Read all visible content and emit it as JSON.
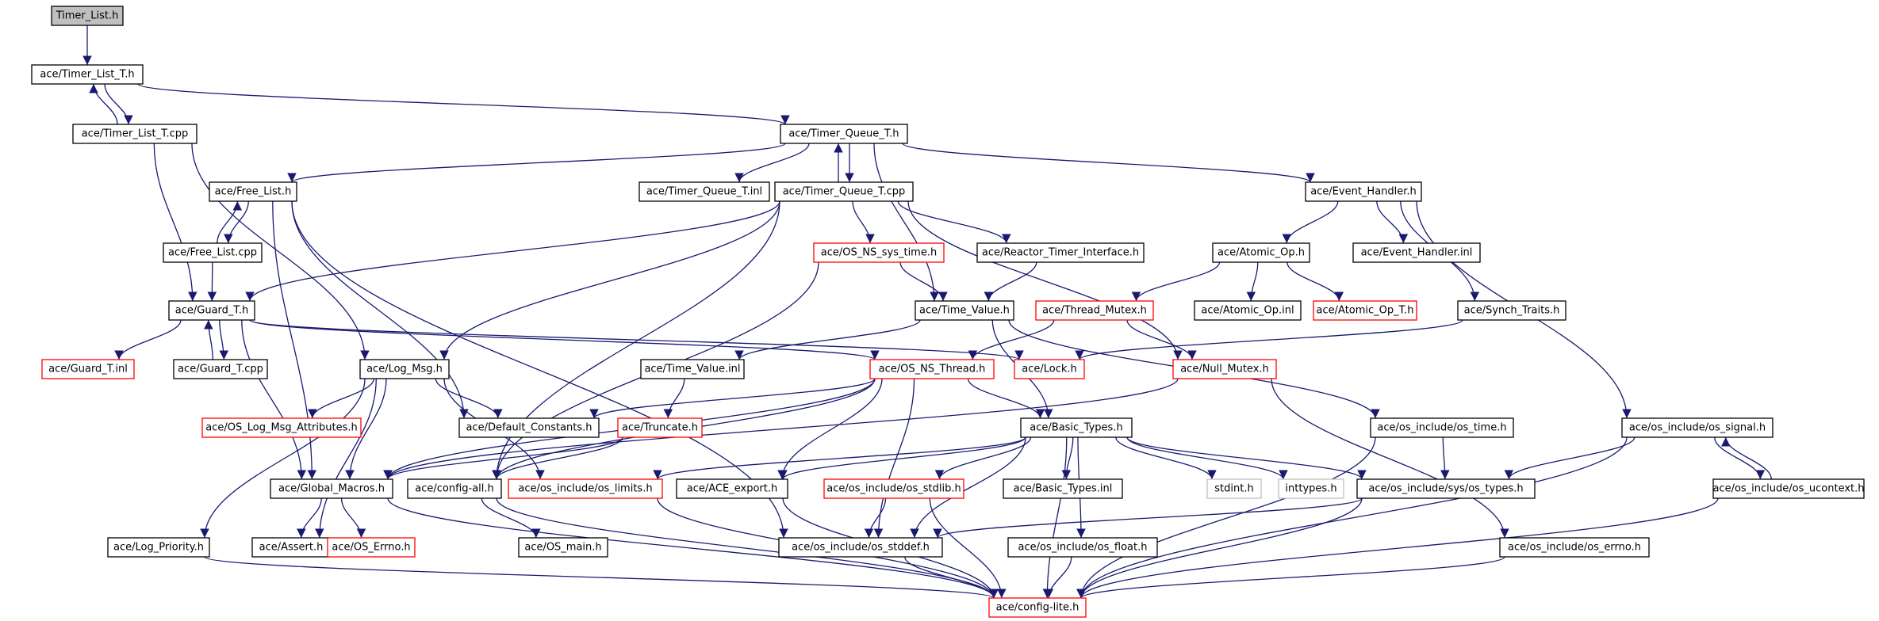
{
  "nodes": [
    {
      "id": "timer_list_h",
      "label": "Timer_List.h",
      "style": "root"
    },
    {
      "id": "timer_list_t_h",
      "label": "ace/Timer_List_T.h",
      "style": "normal"
    },
    {
      "id": "timer_list_t_cpp",
      "label": "ace/Timer_List_T.cpp",
      "style": "normal"
    },
    {
      "id": "timer_queue_t_h",
      "label": "ace/Timer_Queue_T.h",
      "style": "normal"
    },
    {
      "id": "free_list_h",
      "label": "ace/Free_List.h",
      "style": "normal"
    },
    {
      "id": "timer_queue_t_inl",
      "label": "ace/Timer_Queue_T.inl",
      "style": "normal"
    },
    {
      "id": "timer_queue_t_cpp",
      "label": "ace/Timer_Queue_T.cpp",
      "style": "normal"
    },
    {
      "id": "event_handler_h",
      "label": "ace/Event_Handler.h",
      "style": "normal"
    },
    {
      "id": "free_list_cpp",
      "label": "ace/Free_List.cpp",
      "style": "normal"
    },
    {
      "id": "os_ns_sys_time_h",
      "label": "ace/OS_NS_sys_time.h",
      "style": "red"
    },
    {
      "id": "reactor_timer_interface_h",
      "label": "ace/Reactor_Timer_Interface.h",
      "style": "normal"
    },
    {
      "id": "atomic_op_h",
      "label": "ace/Atomic_Op.h",
      "style": "normal"
    },
    {
      "id": "event_handler_inl",
      "label": "ace/Event_Handler.inl",
      "style": "normal"
    },
    {
      "id": "guard_t_h",
      "label": "ace/Guard_T.h",
      "style": "normal"
    },
    {
      "id": "time_value_h",
      "label": "ace/Time_Value.h",
      "style": "normal"
    },
    {
      "id": "thread_mutex_h",
      "label": "ace/Thread_Mutex.h",
      "style": "red"
    },
    {
      "id": "atomic_op_inl",
      "label": "ace/Atomic_Op.inl",
      "style": "normal"
    },
    {
      "id": "atomic_op_t_h",
      "label": "ace/Atomic_Op_T.h",
      "style": "red"
    },
    {
      "id": "synch_traits_h",
      "label": "ace/Synch_Traits.h",
      "style": "normal"
    },
    {
      "id": "guard_t_inl",
      "label": "ace/Guard_T.inl",
      "style": "red"
    },
    {
      "id": "guard_t_cpp",
      "label": "ace/Guard_T.cpp",
      "style": "normal"
    },
    {
      "id": "log_msg_h",
      "label": "ace/Log_Msg.h",
      "style": "normal"
    },
    {
      "id": "time_value_inl",
      "label": "ace/Time_Value.inl",
      "style": "normal"
    },
    {
      "id": "os_ns_thread_h",
      "label": "ace/OS_NS_Thread.h",
      "style": "red"
    },
    {
      "id": "lock_h",
      "label": "ace/Lock.h",
      "style": "red"
    },
    {
      "id": "null_mutex_h",
      "label": "ace/Null_Mutex.h",
      "style": "red"
    },
    {
      "id": "os_log_msg_attributes_h",
      "label": "ace/OS_Log_Msg_Attributes.h",
      "style": "red"
    },
    {
      "id": "default_constants_h",
      "label": "ace/Default_Constants.h",
      "style": "normal"
    },
    {
      "id": "truncate_h",
      "label": "ace/Truncate.h",
      "style": "red"
    },
    {
      "id": "basic_types_h",
      "label": "ace/Basic_Types.h",
      "style": "normal"
    },
    {
      "id": "os_time_h",
      "label": "ace/os_include/os_time.h",
      "style": "normal"
    },
    {
      "id": "os_signal_h",
      "label": "ace/os_include/os_signal.h",
      "style": "normal"
    },
    {
      "id": "global_macros_h",
      "label": "ace/Global_Macros.h",
      "style": "normal"
    },
    {
      "id": "config_all_h",
      "label": "ace/config-all.h",
      "style": "normal"
    },
    {
      "id": "os_limits_h",
      "label": "ace/os_include/os_limits.h",
      "style": "red"
    },
    {
      "id": "ace_export_h",
      "label": "ace/ACE_export.h",
      "style": "normal"
    },
    {
      "id": "os_stdlib_h",
      "label": "ace/os_include/os_stdlib.h",
      "style": "red"
    },
    {
      "id": "basic_types_inl",
      "label": "ace/Basic_Types.inl",
      "style": "normal"
    },
    {
      "id": "stdint_h",
      "label": "stdint.h",
      "style": "grey"
    },
    {
      "id": "inttypes_h",
      "label": "inttypes.h",
      "style": "grey"
    },
    {
      "id": "sys_os_types_h",
      "label": "ace/os_include/sys/os_types.h",
      "style": "normal"
    },
    {
      "id": "os_ucontext_h",
      "label": "ace/os_include/os_ucontext.h",
      "style": "normal"
    },
    {
      "id": "log_priority_h",
      "label": "ace/Log_Priority.h",
      "style": "normal"
    },
    {
      "id": "assert_h",
      "label": "ace/Assert.h",
      "style": "normal"
    },
    {
      "id": "os_errno_h_red",
      "label": "ace/OS_Errno.h",
      "style": "red"
    },
    {
      "id": "os_main_h",
      "label": "ace/OS_main.h",
      "style": "normal"
    },
    {
      "id": "os_stddef_h",
      "label": "ace/os_include/os_stddef.h",
      "style": "normal"
    },
    {
      "id": "os_float_h",
      "label": "ace/os_include/os_float.h",
      "style": "normal"
    },
    {
      "id": "os_include_os_errno_h",
      "label": "ace/os_include/os_errno.h",
      "style": "normal"
    },
    {
      "id": "config_lite_h",
      "label": "ace/config-lite.h",
      "style": "red"
    }
  ],
  "edges": [
    [
      "timer_list_h",
      "timer_list_t_h"
    ],
    [
      "timer_list_t_h",
      "timer_list_t_cpp"
    ],
    [
      "timer_list_t_cpp",
      "timer_list_t_h"
    ],
    [
      "timer_list_t_h",
      "timer_queue_t_h"
    ],
    [
      "timer_list_t_cpp",
      "guard_t_h"
    ],
    [
      "timer_list_t_cpp",
      "log_msg_h"
    ],
    [
      "timer_queue_t_h",
      "free_list_h"
    ],
    [
      "timer_queue_t_h",
      "timer_queue_t_inl"
    ],
    [
      "timer_queue_t_h",
      "timer_queue_t_cpp"
    ],
    [
      "timer_queue_t_cpp",
      "timer_queue_t_h"
    ],
    [
      "timer_queue_t_h",
      "event_handler_h"
    ],
    [
      "timer_queue_t_h",
      "time_value_h"
    ],
    [
      "free_list_h",
      "free_list_cpp"
    ],
    [
      "free_list_cpp",
      "free_list_h"
    ],
    [
      "free_list_cpp",
      "guard_t_h"
    ],
    [
      "free_list_h",
      "global_macros_h"
    ],
    [
      "free_list_h",
      "default_constants_h"
    ],
    [
      "free_list_h",
      "os_stddef_h"
    ],
    [
      "timer_queue_t_cpp",
      "os_ns_sys_time_h"
    ],
    [
      "timer_queue_t_cpp",
      "reactor_timer_interface_h"
    ],
    [
      "timer_queue_t_cpp",
      "guard_t_h"
    ],
    [
      "timer_queue_t_cpp",
      "log_msg_h"
    ],
    [
      "timer_queue_t_cpp",
      "null_mutex_h"
    ],
    [
      "timer_queue_t_cpp",
      "config_all_h"
    ],
    [
      "os_ns_sys_time_h",
      "time_value_h"
    ],
    [
      "os_ns_sys_time_h",
      "config_all_h"
    ],
    [
      "reactor_timer_interface_h",
      "time_value_h"
    ],
    [
      "event_handler_h",
      "atomic_op_h"
    ],
    [
      "event_handler_h",
      "event_handler_inl"
    ],
    [
      "event_handler_h",
      "synch_traits_h"
    ],
    [
      "event_handler_h",
      "os_signal_h"
    ],
    [
      "atomic_op_h",
      "thread_mutex_h"
    ],
    [
      "atomic_op_h",
      "atomic_op_inl"
    ],
    [
      "atomic_op_h",
      "atomic_op_t_h"
    ],
    [
      "synch_traits_h",
      "lock_h"
    ],
    [
      "guard_t_h",
      "guard_t_inl"
    ],
    [
      "guard_t_h",
      "guard_t_cpp"
    ],
    [
      "guard_t_cpp",
      "guard_t_h"
    ],
    [
      "guard_t_h",
      "lock_h"
    ],
    [
      "guard_t_h",
      "os_ns_thread_h"
    ],
    [
      "guard_t_h",
      "global_macros_h"
    ],
    [
      "time_value_h",
      "time_value_inl"
    ],
    [
      "time_value_h",
      "basic_types_h"
    ],
    [
      "time_value_h",
      "os_time_h"
    ],
    [
      "thread_mutex_h",
      "os_ns_thread_h"
    ],
    [
      "thread_mutex_h",
      "null_mutex_h"
    ],
    [
      "log_msg_h",
      "os_log_msg_attributes_h"
    ],
    [
      "log_msg_h",
      "default_constants_h"
    ],
    [
      "log_msg_h",
      "global_macros_h"
    ],
    [
      "log_msg_h",
      "log_priority_h"
    ],
    [
      "log_msg_h",
      "assert_h"
    ],
    [
      "log_msg_h",
      "os_limits_h"
    ],
    [
      "time_value_inl",
      "truncate_h"
    ],
    [
      "os_ns_thread_h",
      "default_constants_h"
    ],
    [
      "os_ns_thread_h",
      "basic_types_h"
    ],
    [
      "os_ns_thread_h",
      "global_macros_h"
    ],
    [
      "os_ns_thread_h",
      "config_all_h"
    ],
    [
      "os_ns_thread_h",
      "ace_export_h"
    ],
    [
      "os_ns_thread_h",
      "os_stddef_h"
    ],
    [
      "null_mutex_h",
      "global_macros_h"
    ],
    [
      "null_mutex_h",
      "os_include_os_errno_h"
    ],
    [
      "truncate_h",
      "global_macros_h"
    ],
    [
      "truncate_h",
      "config_all_h"
    ],
    [
      "basic_types_h",
      "config_lite_h"
    ],
    [
      "basic_types_h",
      "os_limits_h"
    ],
    [
      "basic_types_h",
      "ace_export_h"
    ],
    [
      "basic_types_h",
      "os_stdlib_h"
    ],
    [
      "basic_types_h",
      "basic_types_inl"
    ],
    [
      "basic_types_h",
      "stdint_h"
    ],
    [
      "basic_types_h",
      "inttypes_h"
    ],
    [
      "basic_types_h",
      "sys_os_types_h"
    ],
    [
      "basic_types_h",
      "os_float_h"
    ],
    [
      "basic_types_h",
      "os_stddef_h"
    ],
    [
      "os_time_h",
      "sys_os_types_h"
    ],
    [
      "os_time_h",
      "config_lite_h"
    ],
    [
      "os_signal_h",
      "sys_os_types_h"
    ],
    [
      "os_signal_h",
      "os_ucontext_h"
    ],
    [
      "os_ucontext_h",
      "os_signal_h"
    ],
    [
      "os_signal_h",
      "config_lite_h"
    ],
    [
      "os_ucontext_h",
      "config_lite_h"
    ],
    [
      "global_macros_h",
      "assert_h"
    ],
    [
      "global_macros_h",
      "os_errno_h_red"
    ],
    [
      "global_macros_h",
      "config_lite_h"
    ],
    [
      "config_all_h",
      "os_main_h"
    ],
    [
      "config_all_h",
      "config_lite_h"
    ],
    [
      "os_limits_h",
      "config_lite_h"
    ],
    [
      "ace_export_h",
      "config_lite_h"
    ],
    [
      "os_stdlib_h",
      "os_stddef_h"
    ],
    [
      "os_stdlib_h",
      "config_lite_h"
    ],
    [
      "sys_os_types_h",
      "os_stddef_h"
    ],
    [
      "sys_os_types_h",
      "config_lite_h"
    ],
    [
      "log_priority_h",
      "config_lite_h"
    ],
    [
      "os_stddef_h",
      "config_lite_h"
    ],
    [
      "os_float_h",
      "config_lite_h"
    ],
    [
      "os_include_os_errno_h",
      "config_lite_h"
    ]
  ]
}
